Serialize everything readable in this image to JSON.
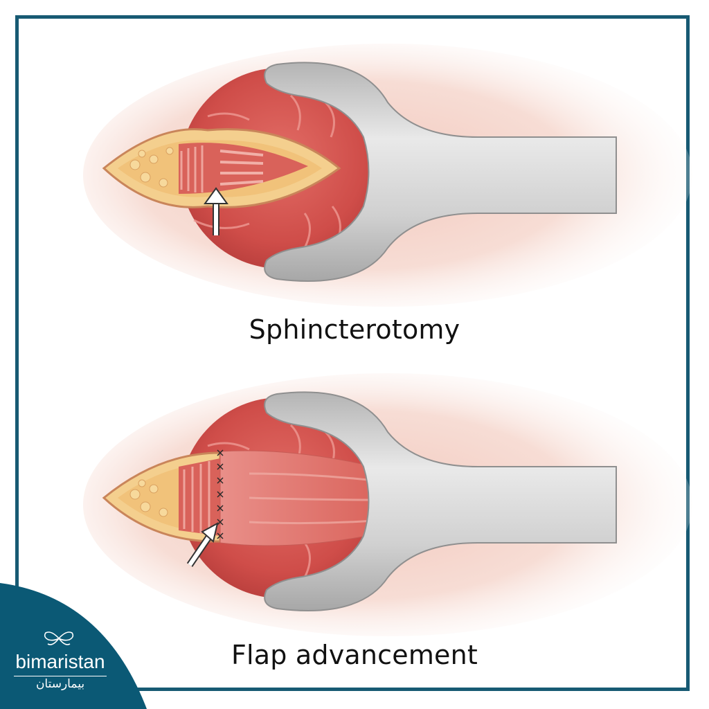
{
  "figure": {
    "captions": {
      "sphincterotomy": "Sphincterotomy",
      "flap_advancement": "Flap advancement"
    }
  },
  "brand": {
    "name": "bimaristan",
    "arabic_name": "بيمارستان",
    "logo_icon": "butterfly-icon"
  },
  "colors": {
    "frame_border": "#175a73",
    "brand_background": "#0b5975",
    "tissue": "#d95a55",
    "muscle_stripes": "#e48983",
    "fat_layer": "#f1c27a",
    "retractor": "#cfcfcf",
    "arrow": "#ffffff"
  }
}
